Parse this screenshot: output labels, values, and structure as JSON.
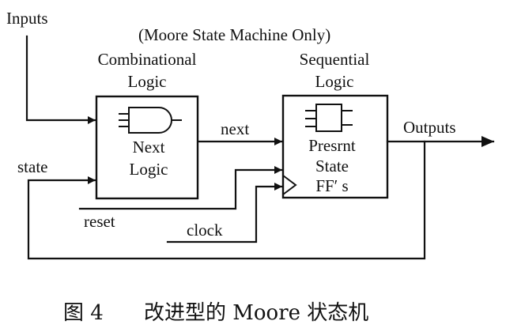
{
  "diagram": {
    "subtitle": "(Moore State Machine Only)",
    "blocks": {
      "combinational": {
        "header_line1": "Combinational",
        "header_line2": "Logic",
        "inner_line1": "Next",
        "inner_line2": "Logic"
      },
      "sequential": {
        "header_line1": "Sequential",
        "header_line2": "Logic",
        "inner_line1": "Presrnt",
        "inner_line2": "State",
        "inner_line3": "FF′ s"
      }
    },
    "signals": {
      "inputs": "Inputs",
      "state": "state",
      "next": "next",
      "outputs": "Outputs",
      "reset": "reset",
      "clock": "clock"
    }
  },
  "caption": {
    "figure": "图 4",
    "text": "改进型的 Moore 状态机"
  },
  "colors": {
    "ink": "#111111",
    "background": "#ffffff"
  }
}
